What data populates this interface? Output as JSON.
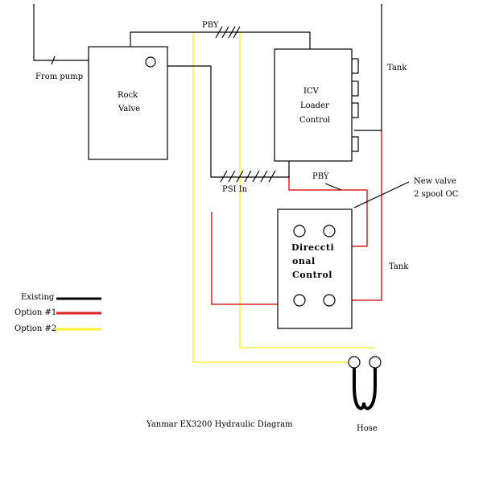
{
  "diagram": {
    "title": "Yanmar EX3200 Hydraulic Diagram",
    "labels": {
      "from_pump": "From pump",
      "pby_top": "PBY",
      "pby_mid": "PBY",
      "psi_in": "PSI In",
      "tank_top": "Tank",
      "tank_mid": "Tank",
      "new_valve_line1": "New valve",
      "new_valve_line2": "2 spool OC",
      "hose": "Hose"
    },
    "boxes": {
      "rock_valve": {
        "line1": "Rock",
        "line2": "Valve"
      },
      "icv": {
        "line1": "ICV",
        "line2": "Loader",
        "line3": "Control"
      },
      "directional": {
        "line1": "Direccti",
        "line2": "onal",
        "line3": "Control"
      }
    },
    "legend": [
      {
        "label": "Existing",
        "color": "#000000"
      },
      {
        "label": "Option #1",
        "color": "#dd2222"
      },
      {
        "label": "Option #2",
        "color": "#ffee33"
      }
    ],
    "colors": {
      "existing": "#000000",
      "option1": "#dd2222",
      "option2": "#ffee33"
    }
  }
}
